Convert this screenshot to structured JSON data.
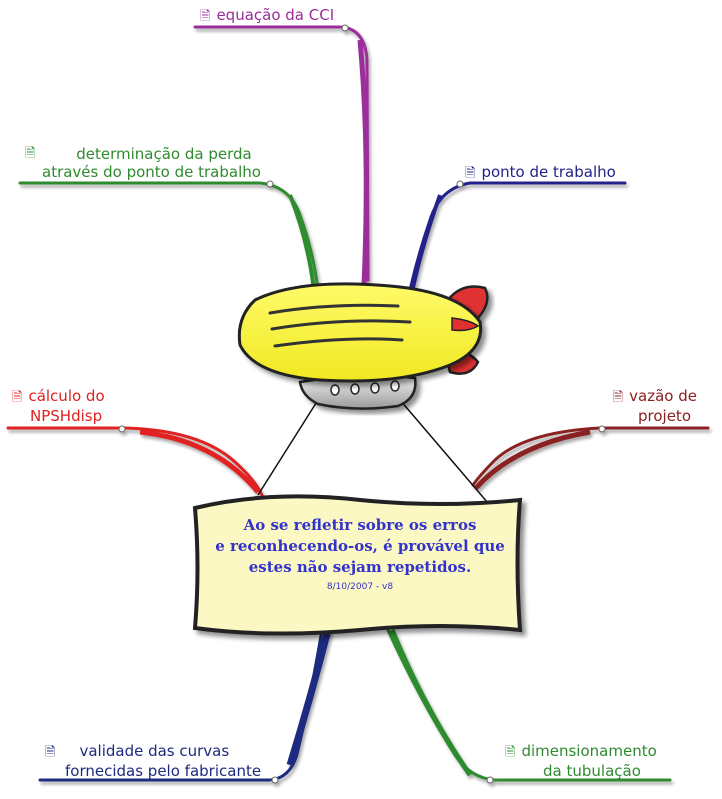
{
  "central": {
    "text": "Ao se refletir sobre os erros\ne reconhecendo-os, é provável que\nestes não sejam repetidos.",
    "date": "8/10/2007 - v8"
  },
  "topics": {
    "equacao_cci": {
      "label": "equação da CCI",
      "color": "#9b2d9b"
    },
    "determinacao_perda": {
      "label_line1": "determinação da perda",
      "label_line2": "através do ponto de trabalho",
      "color": "#2e8b2e"
    },
    "ponto_trabalho": {
      "label": "ponto de trabalho",
      "color": "#22228a"
    },
    "calculo_npsh": {
      "label_line1": "cálculo do",
      "label_line2": "NPSHdisp",
      "color": "#e02020"
    },
    "vazao_projeto": {
      "label_line1": "vazão de",
      "label_line2": "projeto",
      "color": "#8b2020"
    },
    "validade_curvas": {
      "label_line1": "validade das curvas",
      "label_line2": "fornecidas pelo fabricante",
      "color": "#1e2a80"
    },
    "dimensionamento": {
      "label_line1": "dimensionamento",
      "label_line2": "da tubulação",
      "color": "#2e8b2e"
    }
  },
  "icons": {
    "topic_icon": "document-icon",
    "central_icon": "blimp-icon"
  }
}
